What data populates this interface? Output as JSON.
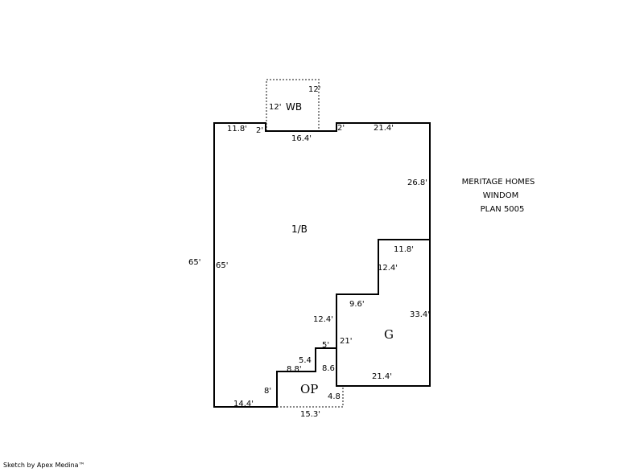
{
  "notes": {
    "line1": "MERITAGE HOMES",
    "line2": "WINDOM",
    "line3": "PLAN 5005"
  },
  "areas": {
    "main": "1/B",
    "garage": "G",
    "porch": "OP",
    "bay": "WB"
  },
  "dims": {
    "wb_top": "12'",
    "wb_side": "12'",
    "top_left": "11.8'",
    "notch_left": "2'",
    "notch_bottom": "16.4'",
    "notch_right": "2'",
    "top_right": "21.4'",
    "right_upper": "26.8'",
    "left_outer": "65'",
    "left_inner": "65'",
    "g_top": "11.8'",
    "g_step1": "12.4'",
    "g_step2": "9.6'",
    "g_right": "33.4'",
    "step3": "12.4'",
    "g_left": "21'",
    "step4": "5'",
    "step5": "5.4",
    "step6": "8.8'",
    "op_right": "8.6",
    "g_bottom": "21.4'",
    "op_left": "8'",
    "bottom_left": "14.4'",
    "op_side": "4.8",
    "op_bottom": "15.3'"
  },
  "credit": "Sketch by Apex Medina™"
}
